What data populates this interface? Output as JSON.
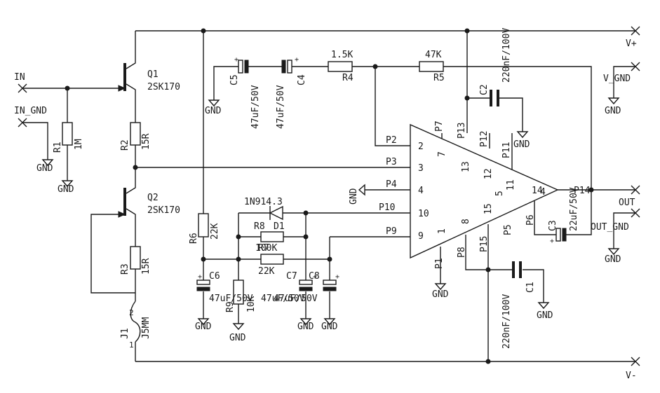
{
  "ports": {
    "in": "IN",
    "in_gnd": "IN_GND",
    "vplus": "V+",
    "vgnd": "V_GND",
    "out": "OUT",
    "out_gnd": "OUT_GND",
    "vminus": "V-"
  },
  "gnd_label": "GND",
  "transistors": {
    "q1": {
      "ref": "Q1",
      "value": "2SK170"
    },
    "q2": {
      "ref": "Q2",
      "value": "2SK170"
    }
  },
  "resistors": {
    "r1": {
      "ref": "R1",
      "value": "1M"
    },
    "r2": {
      "ref": "R2",
      "value": "15R"
    },
    "r3": {
      "ref": "R3",
      "value": "15R"
    },
    "r4": {
      "ref": "R4",
      "value": "1.5K"
    },
    "r5": {
      "ref": "R5",
      "value": "47K"
    },
    "r6": {
      "ref": "R6",
      "value": "22K"
    },
    "r7": {
      "ref": "R7",
      "value": "22K"
    },
    "r8": {
      "ref": "R8",
      "value": "100K"
    },
    "r9": {
      "ref": "R9",
      "value": "10K"
    }
  },
  "capacitors": {
    "c1": {
      "ref": "C1",
      "value": "220nF/100V"
    },
    "c2": {
      "ref": "C2",
      "value": "220nF/100V"
    },
    "c3": {
      "ref": "C3",
      "value": "22uF/50V"
    },
    "c4": {
      "ref": "C4",
      "value": "47uF/50V"
    },
    "c5": {
      "ref": "C5",
      "value": "47uF/50V"
    },
    "c6": {
      "ref": "C6",
      "value": "47uF/50V"
    },
    "c7": {
      "ref": "C7",
      "value": "47uF/50V"
    },
    "c8": {
      "ref": "C8",
      "value": "47uF/50V"
    }
  },
  "diode": {
    "ref": "D1",
    "value": "1N914.3"
  },
  "jumper": {
    "ref": "J1",
    "value": "J5MM",
    "pin1": "1",
    "pin2": "2"
  },
  "ic": {
    "edge_pins": [
      "P2",
      "P3",
      "P4",
      "P10",
      "P9"
    ],
    "edge_numbers": [
      "2",
      "3",
      "4",
      "10",
      "9"
    ],
    "pad_labels": [
      "P7",
      "P13",
      "P12",
      "P11",
      "P6",
      "P5",
      "P8",
      "P15",
      "P1",
      "P14"
    ],
    "inner_numbers": [
      "7",
      "13",
      "12",
      "11",
      "5",
      "14",
      "15",
      "8",
      "1",
      "4"
    ]
  }
}
